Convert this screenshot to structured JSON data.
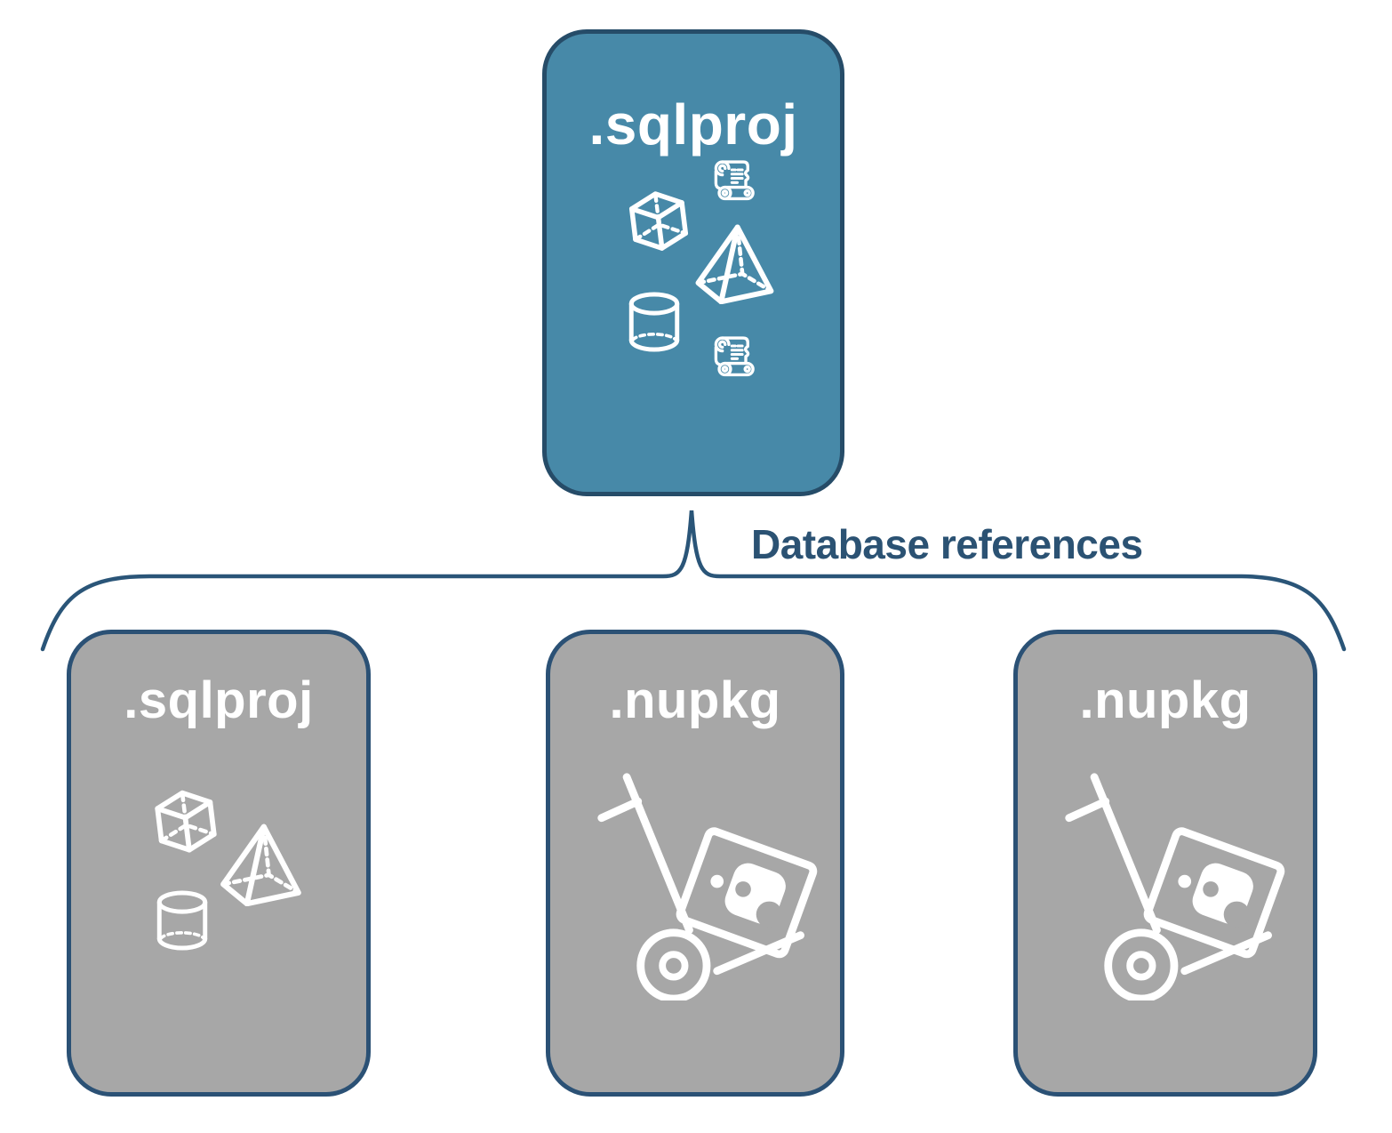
{
  "diagram": {
    "root_box": {
      "label": ".sqlproj",
      "icons": [
        "cube-icon",
        "scroll-icon",
        "pyramid-icon",
        "cylinder-icon",
        "scroll-icon"
      ]
    },
    "connector": {
      "label": "Database references"
    },
    "child_boxes": [
      {
        "label": ".sqlproj",
        "icons": [
          "cube-icon",
          "pyramid-icon",
          "cylinder-icon"
        ]
      },
      {
        "label": ".nupkg",
        "icons": [
          "nuget-handtruck-icon"
        ]
      },
      {
        "label": ".nupkg",
        "icons": [
          "nuget-handtruck-icon"
        ]
      }
    ],
    "colors": {
      "root_fill": "#4789A8",
      "root_border": "#264C68",
      "child_fill": "#A7A7A7",
      "child_border": "#2B5175",
      "connector_stroke": "#2A5578",
      "connector_label": "#2B5273",
      "icon": "#FFFFFF"
    }
  }
}
